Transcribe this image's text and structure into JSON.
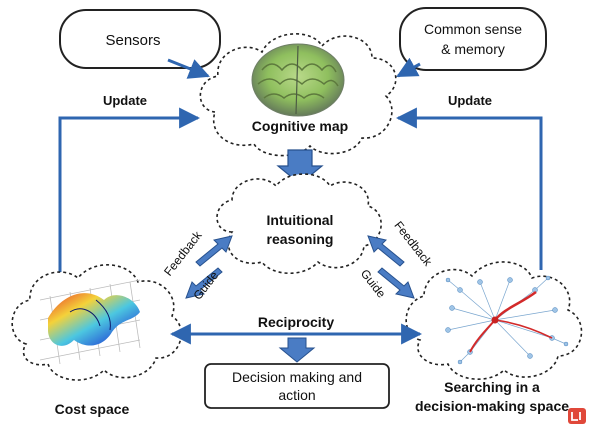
{
  "boxes": {
    "sensors": "Sensors",
    "common_sense_line1": "Common sense",
    "common_sense_line2": "& memory",
    "decision_line1": "Decision making and",
    "decision_line2": "action"
  },
  "clouds": {
    "cognitive_map": "Cognitive map",
    "intuitional_line1": "Intuitional",
    "intuitional_line2": "reasoning",
    "cost_space": "Cost space",
    "search_line1": "Searching in a",
    "search_line2": "decision-making space"
  },
  "arrows": {
    "update_left": "Update",
    "update_right": "Update",
    "feedback_left": "Feedback",
    "guide_left": "Guide",
    "feedback_right": "Feedback",
    "guide_right": "Guide",
    "reciprocity": "Reciprocity"
  },
  "colors": {
    "arrow_blue": "#2f66b0",
    "arrow_fill": "#4a7cc4",
    "arrow_stroke": "#27518e",
    "outline": "#222222",
    "red_edge": "#d32a2a",
    "watermark": "#e0483a"
  }
}
